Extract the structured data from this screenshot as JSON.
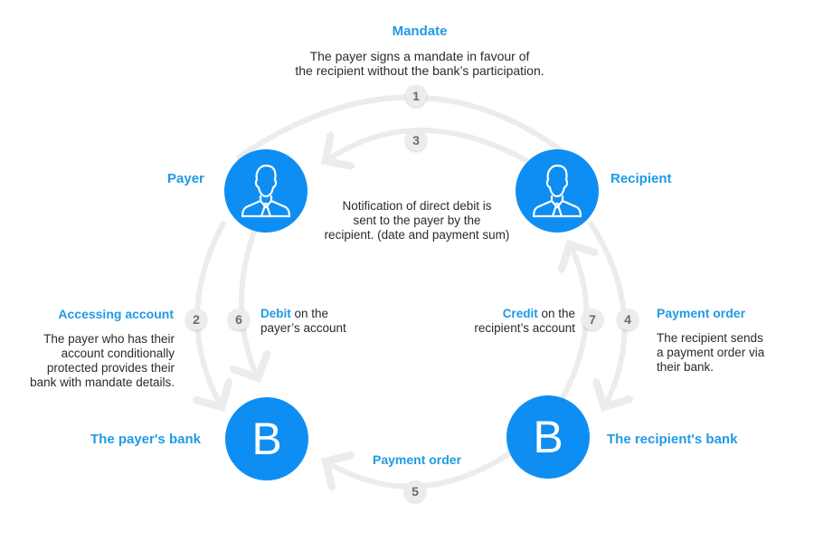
{
  "colors": {
    "accent": "#1f9ae6",
    "node_fill": "#0e8ef3",
    "arc": "#ececec",
    "badge_fill": "#ececee",
    "badge_text": "#6a6a72",
    "body_text": "#2b2b2b"
  },
  "mandate": {
    "title": "Mandate",
    "desc_line1": "The payer signs a mandate in favour of",
    "desc_line2": "the recipient without the bank’s participation."
  },
  "nodes": {
    "payer": {
      "label": "Payer",
      "icon": "person-icon"
    },
    "recipient": {
      "label": "Recipient",
      "icon": "person-icon"
    },
    "payer_bank": {
      "label": "The payer's bank",
      "icon_letter": "B"
    },
    "recipient_bank": {
      "label": "The recipient's bank",
      "icon_letter": "B"
    }
  },
  "notification": {
    "line1": "Notification of direct debit is",
    "line2": "sent to the payer by the",
    "line3": "recipient. (date and payment sum)"
  },
  "accessing": {
    "title": "Accessing account",
    "line1": "The payer who has their",
    "line2": "account conditionally",
    "line3": "protected provides their",
    "line4": "bank with mandate details."
  },
  "debit": {
    "highlight": "Debit",
    "rest1": " on the",
    "line2": "payer’s account"
  },
  "credit": {
    "highlight": "Credit",
    "rest1": " on the",
    "line2": "recipient’s account"
  },
  "payment_order_right": {
    "title": "Payment order",
    "line1": "The recipient sends",
    "line2": "a payment order via",
    "line3": "their bank."
  },
  "payment_order_bottom": {
    "title": "Payment order"
  },
  "steps": [
    "1",
    "2",
    "3",
    "4",
    "5",
    "6",
    "7"
  ]
}
